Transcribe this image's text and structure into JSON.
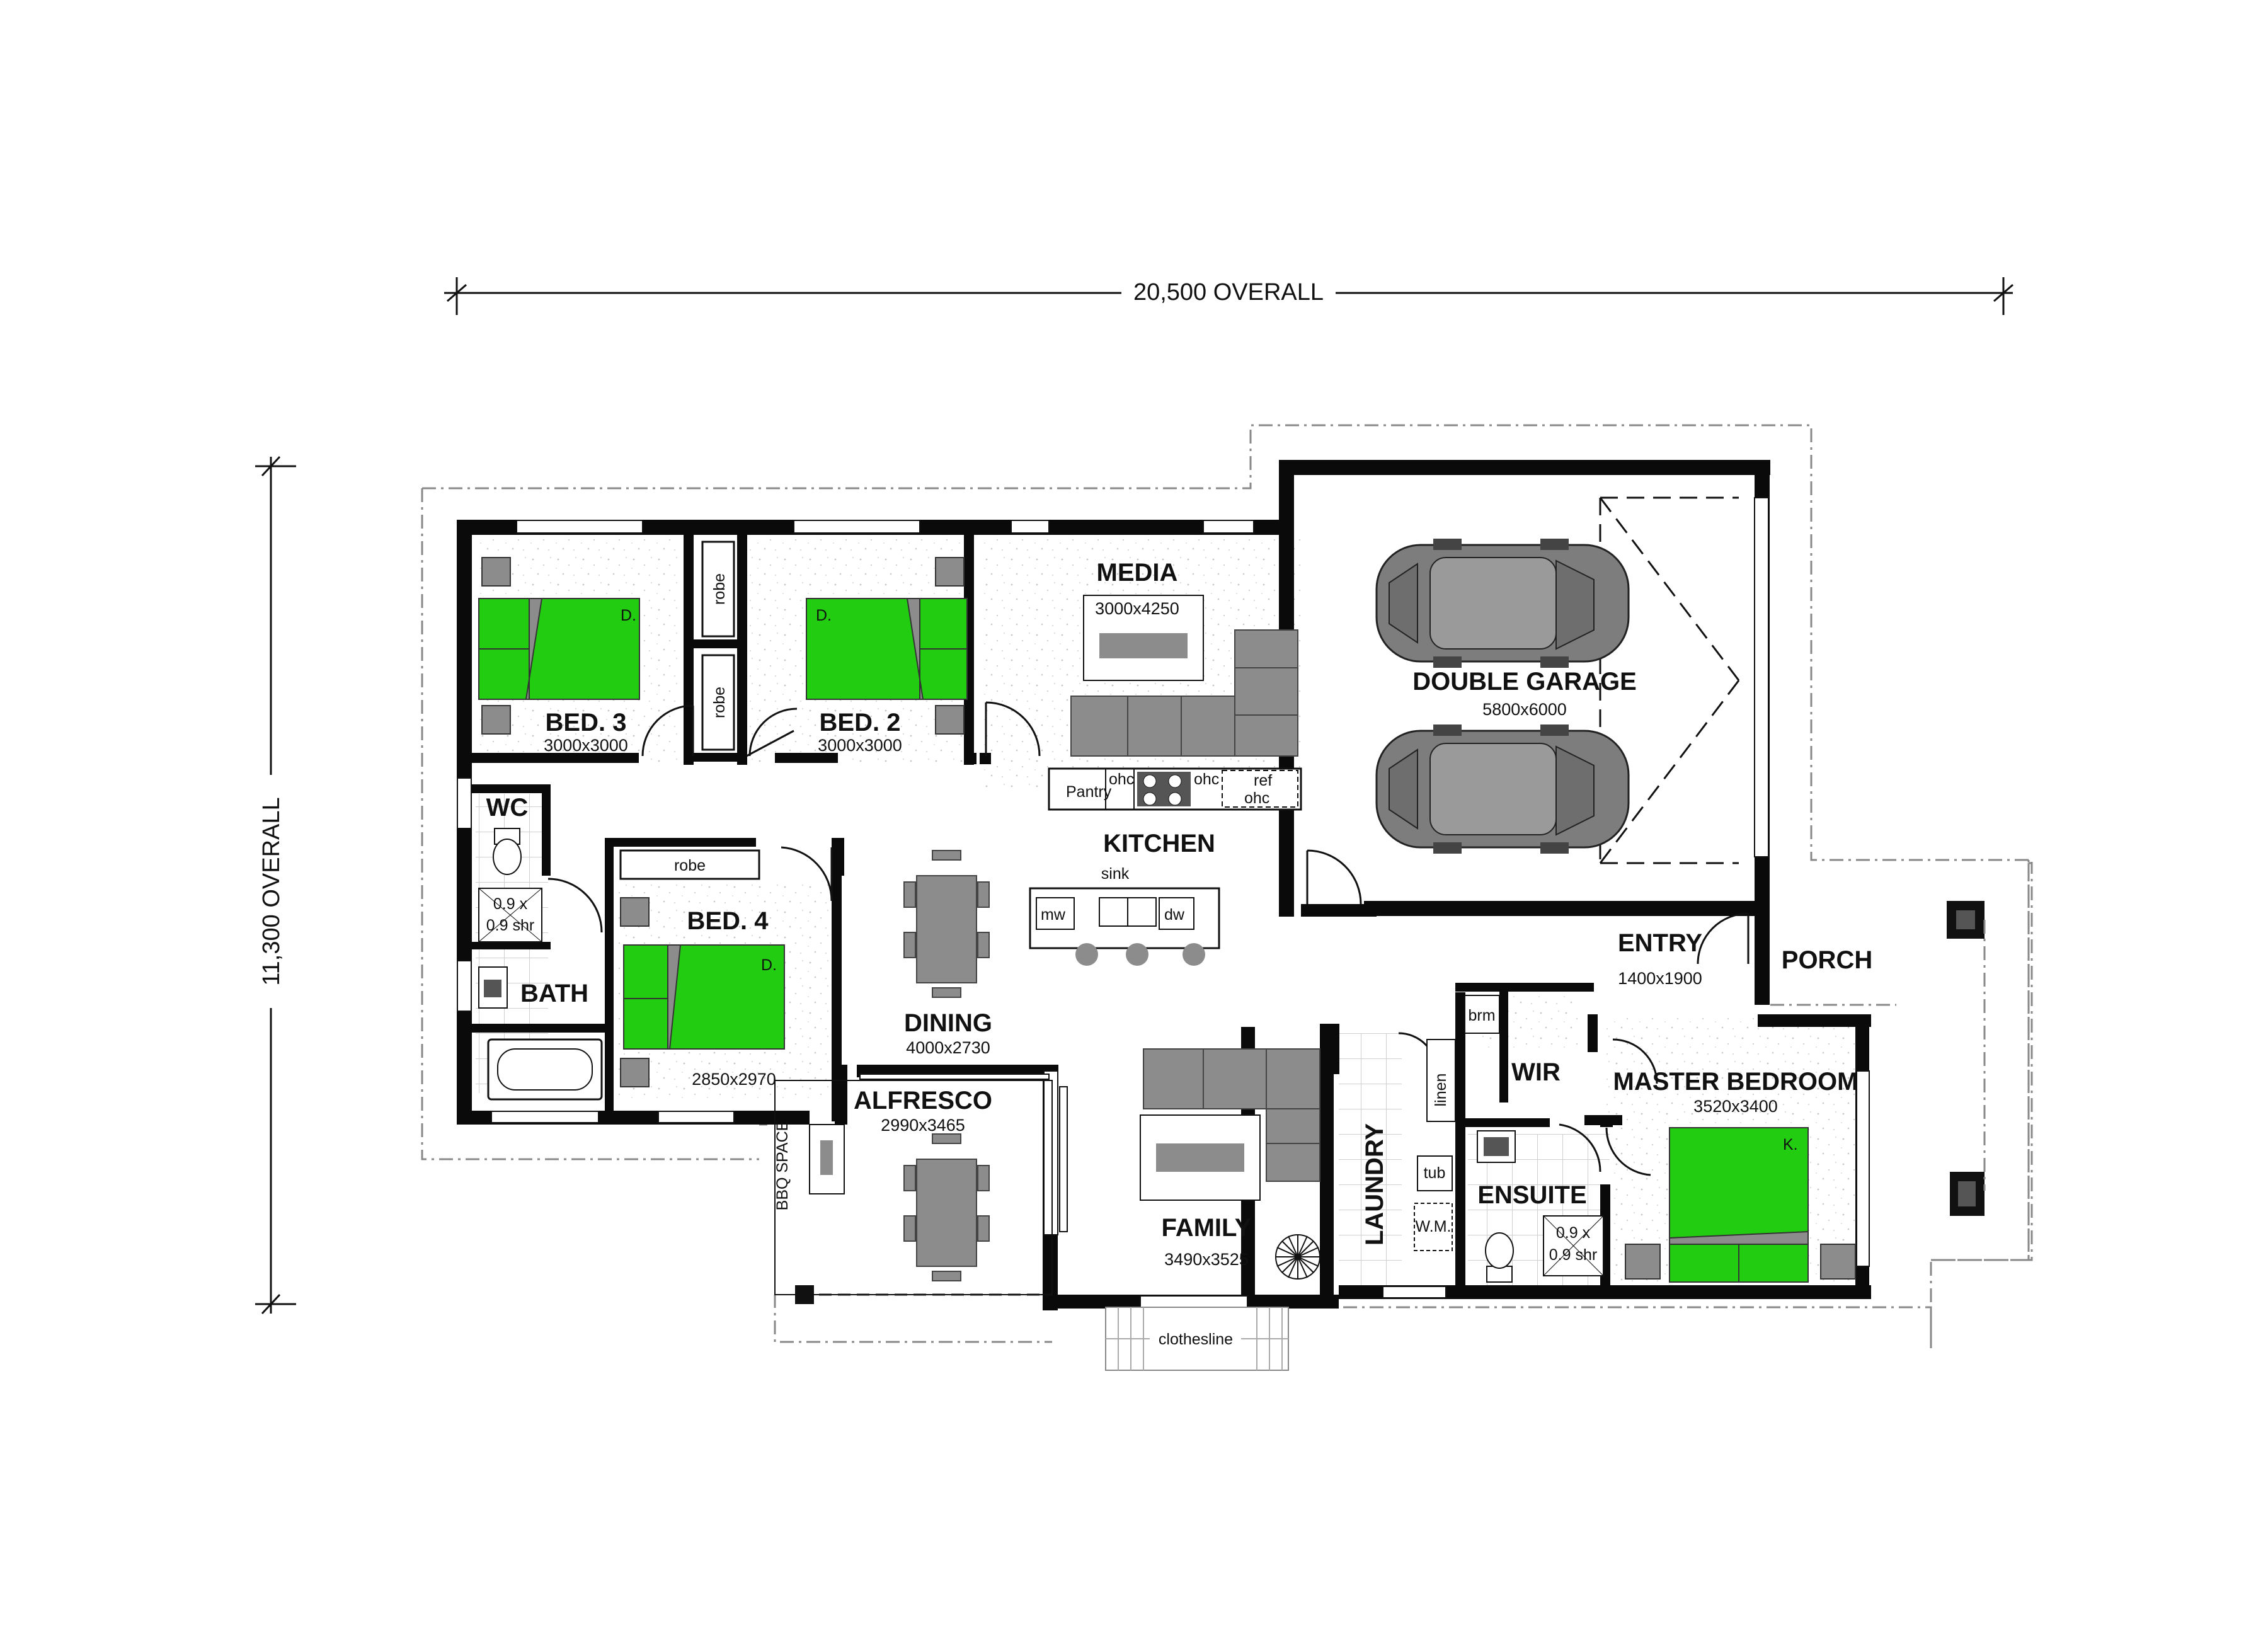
{
  "dimensions": {
    "overall_width": "20,500 OVERALL",
    "overall_depth": "11,300 OVERALL"
  },
  "rooms": {
    "media": {
      "name": "MEDIA",
      "size": "3000x4250"
    },
    "bed3": {
      "name": "BED. 3",
      "size": "3000x3000"
    },
    "bed2": {
      "name": "BED. 2",
      "size": "3000x3000"
    },
    "bed4": {
      "name": "BED. 4",
      "size": "2850x2970"
    },
    "double_garage": {
      "name": "DOUBLE GARAGE",
      "size": "5800x6000"
    },
    "kitchen": {
      "name": "KITCHEN"
    },
    "dining": {
      "name": "DINING",
      "size": "4000x2730"
    },
    "alfresco": {
      "name": "ALFRESCO",
      "size": "2990x3465"
    },
    "family": {
      "name": "FAMILY",
      "size": "3490x3525"
    },
    "entry": {
      "name": "ENTRY",
      "size": "1400x1900"
    },
    "porch": {
      "name": "PORCH"
    },
    "master": {
      "name": "MASTER BEDROOM",
      "size": "3520x3400"
    },
    "wc": {
      "name": "WC"
    },
    "bath": {
      "name": "BATH"
    },
    "laundry": {
      "name": "LAUNDRY"
    },
    "wir": {
      "name": "WIR"
    },
    "ensuite": {
      "name": "ENSUITE"
    }
  },
  "fixtures": {
    "robe": "robe",
    "pantry": "Pantry",
    "ohc": "ohc",
    "ref": "ref",
    "sink": "sink",
    "mw": "mw",
    "dw": "dw",
    "brm": "brm",
    "linen": "linen",
    "tub": "tub",
    "wm": "W.M.",
    "shower_line1": "0.9 x",
    "shower_line2": "0.9 shr",
    "bed_double": "D.",
    "bed_king": "K.",
    "bbq": "BBQ SPACE",
    "clothesline": "clothesline"
  },
  "colors": {
    "wall": "#0a0a0a",
    "bed_green": "#22cc11",
    "furniture_grey": "#8c8c8c",
    "tile_line": "#cfcfcf",
    "speckle": "#d8d8d8"
  },
  "icons": {
    "car": "car-icon",
    "bed": "bed-icon",
    "sofa": "sofa-icon",
    "table": "table-icon",
    "toilet": "toilet-icon",
    "plant": "plant-icon"
  }
}
